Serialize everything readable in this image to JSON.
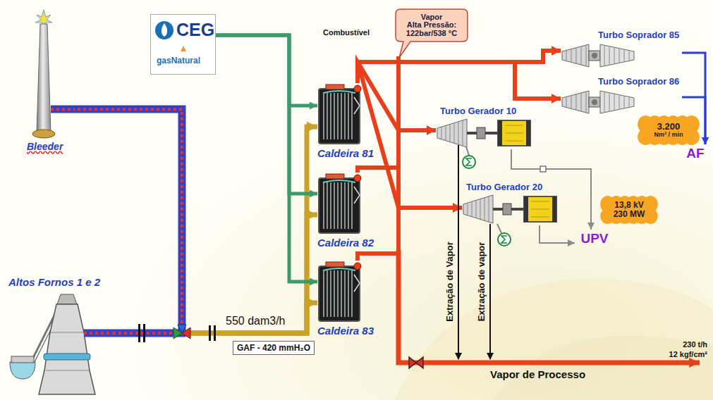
{
  "diagram": {
    "nodes": [
      {
        "text": [
          "Bleeder"
        ]
      },
      {
        "text": [
          "CEG",
          "gasNatural"
        ]
      },
      {
        "text": [
          "Caldeira 81"
        ]
      },
      {
        "text": [
          "Caldeira 82"
        ]
      },
      {
        "text": [
          "Caldeira 83"
        ]
      },
      {
        "text": [
          "Vapor",
          "Alta Pressão: 122bar/538 °C"
        ]
      },
      {
        "text": [
          "Turbo Soprador 85"
        ]
      },
      {
        "text": [
          "Turbo Soprador 86"
        ]
      },
      {
        "text": [
          "Turbo Gerador 10"
        ]
      },
      {
        "text": [
          "Turbo Gerador 20"
        ]
      },
      {
        "text": [
          "3.200",
          "Nm³ / min"
        ]
      },
      {
        "text": [
          "AF"
        ]
      },
      {
        "text": [
          "13,8 kV",
          "230 MW"
        ]
      },
      {
        "text": [
          "UPV"
        ]
      },
      {
        "text": [
          "Altos Fornos 1 e 2"
        ]
      }
    ],
    "edges": [
      {
        "from": 14,
        "to": 2,
        "arrow": "to"
      },
      {
        "from": 14,
        "to": 3,
        "arrow": "to"
      },
      {
        "from": 14,
        "to": 4,
        "arrow": "to"
      },
      {
        "from": 1,
        "to": 2,
        "arrow": "to"
      },
      {
        "from": 1,
        "to": 3,
        "arrow": "to"
      },
      {
        "from": 1,
        "to": 4,
        "arrow": "to"
      },
      {
        "from": 2,
        "to": 6,
        "arrow": "to"
      },
      {
        "from": 2,
        "to": 7,
        "arrow": "to"
      },
      {
        "from": 2,
        "to": 8,
        "arrow": "to"
      },
      {
        "from": 2,
        "to": 9,
        "arrow": "to"
      },
      {
        "from": 3,
        "to": 6,
        "arrow": "to"
      },
      {
        "from": 3,
        "to": 7,
        "arrow": "to"
      },
      {
        "from": 3,
        "to": 8,
        "arrow": "to"
      },
      {
        "from": 3,
        "to": 9,
        "arrow": "to"
      },
      {
        "from": 4,
        "to": 6,
        "arrow": "to"
      },
      {
        "from": 4,
        "to": 7,
        "arrow": "to"
      },
      {
        "from": 4,
        "to": 8,
        "arrow": "to"
      },
      {
        "from": 4,
        "to": 9,
        "arrow": "to"
      },
      {
        "from": 6,
        "to": 11,
        "arrow": "to"
      },
      {
        "from": 7,
        "to": 11,
        "arrow": "to"
      },
      {
        "from": 8,
        "to": 13,
        "arrow": "to"
      },
      {
        "from": 9,
        "to": 13,
        "arrow": "to"
      },
      {
        "from": 14,
        "to": 0,
        "arrow": "none"
      }
    ],
    "labels": [
      "Combustível",
      "550 dam3/h",
      "GAF - 420 mmH₂O",
      "Extração de Vapor",
      "Extração de vapor",
      "Vapor de Processo",
      "230 t/h",
      "12 kgf/cm²"
    ]
  }
}
